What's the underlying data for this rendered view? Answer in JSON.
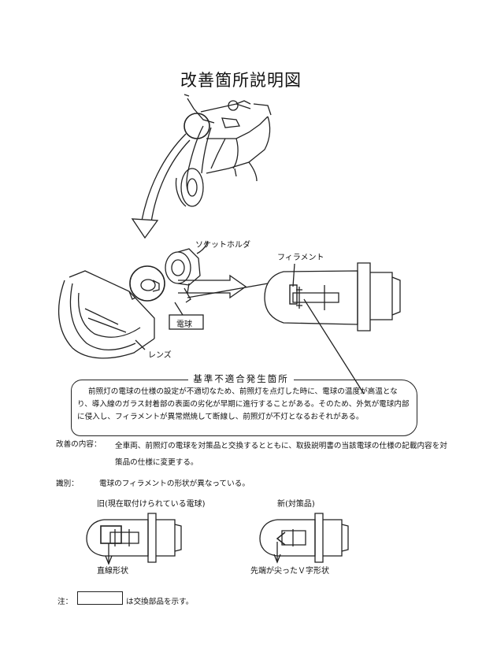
{
  "title": "改善箇所説明図",
  "diagram_labels": {
    "socket_holder": "ソケットホルダ",
    "filament": "フィラメント",
    "bulb": "電球",
    "lens": "レンズ"
  },
  "defect": {
    "heading": "基準不適合発生箇所",
    "text": "前照灯の電球の仕様の設定が不適切なため、前照灯を点灯した時に、電球の温度が高温となり、導入線のガラス封着部の表面の劣化が早期に進行することがある。そのため、外気が電球内部に侵入し、フィラメントが異常燃焼して断線し、前照灯が不灯となるおそれがある。"
  },
  "improvement": {
    "label": "改善の内容：",
    "text": "全車両、前照灯の電球を対策品と交換するとともに、取扱説明書の当該電球の仕様の記載内容を対策品の仕様に変更する。"
  },
  "identification": {
    "label": "識別：",
    "text": "電球のフィラメントの形状が異なっている。",
    "old_caption": "旧(現在取付けられている電球)",
    "new_caption": "新(対策品)",
    "old_filament": "直線形状",
    "new_filament": "先端が尖ったＶ字形状"
  },
  "note": {
    "label": "注：",
    "text": "は交換部品を示す。"
  }
}
